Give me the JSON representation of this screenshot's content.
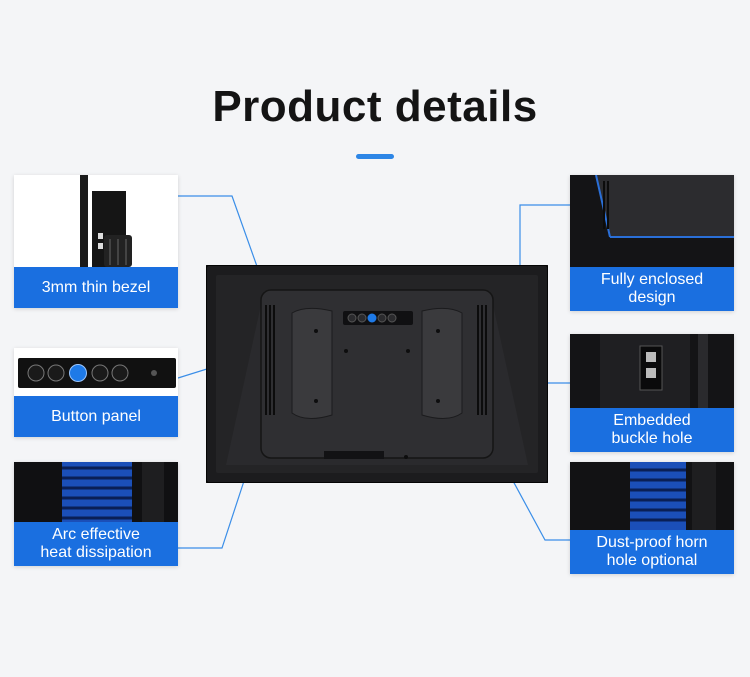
{
  "page": {
    "title": "Product details",
    "accent_color": "#2d86e6"
  },
  "callouts": {
    "bezel": {
      "label": "3mm thin bezel",
      "icon": "bezel-closeup-photo"
    },
    "buttons": {
      "label": "Button panel",
      "icon": "button-panel-photo"
    },
    "heat": {
      "label": "Arc effective\nheat dissipation",
      "icon": "heat-sink-photo"
    },
    "enclosed": {
      "label": "Fully enclosed\ndesign",
      "icon": "enclosed-corner-photo"
    },
    "buckle": {
      "label": "Embedded\nbuckle hole",
      "icon": "buckle-hole-photo"
    },
    "horn": {
      "label": "Dust-proof horn\nhole optional",
      "icon": "horn-hole-photo"
    }
  },
  "colors": {
    "label_bg": "#1a6fe0",
    "leader_line": "#3a8ee8",
    "device_body": "#1c1c1e"
  }
}
